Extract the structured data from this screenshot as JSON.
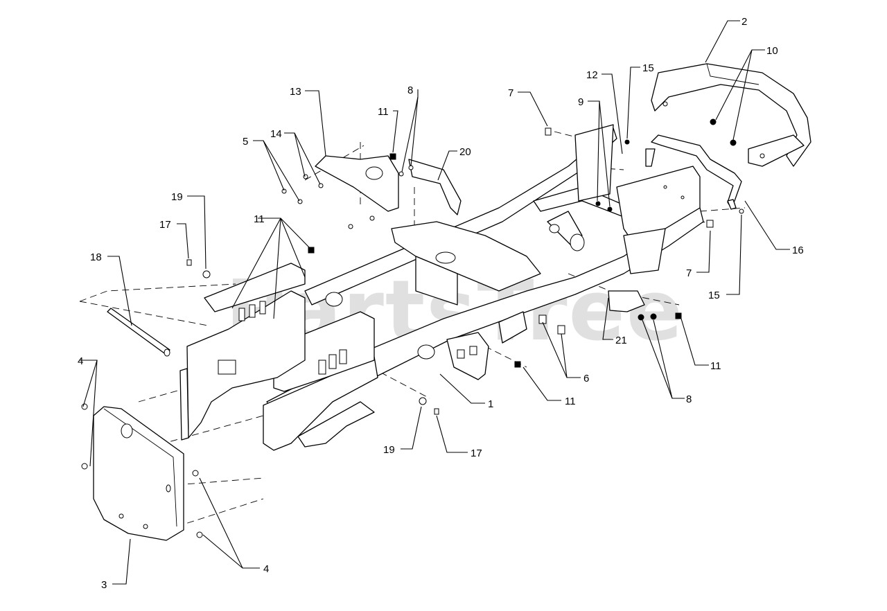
{
  "watermark": "PartsTree",
  "callouts": {
    "c1": "1",
    "c2": "2",
    "c3": "3",
    "c4a": "4",
    "c4b": "4",
    "c5": "5",
    "c6": "6",
    "c7a": "7",
    "c7b": "7",
    "c8a": "8",
    "c8b": "8",
    "c9": "9",
    "c10": "10",
    "c11a": "11",
    "c11b": "11",
    "c11c": "11",
    "c11d": "11",
    "c12": "12",
    "c13": "13",
    "c14": "14",
    "c15a": "15",
    "c15b": "15",
    "c16": "16",
    "c17a": "17",
    "c17b": "17",
    "c18": "18",
    "c19a": "19",
    "c19b": "19",
    "c20": "20",
    "c21": "21"
  }
}
